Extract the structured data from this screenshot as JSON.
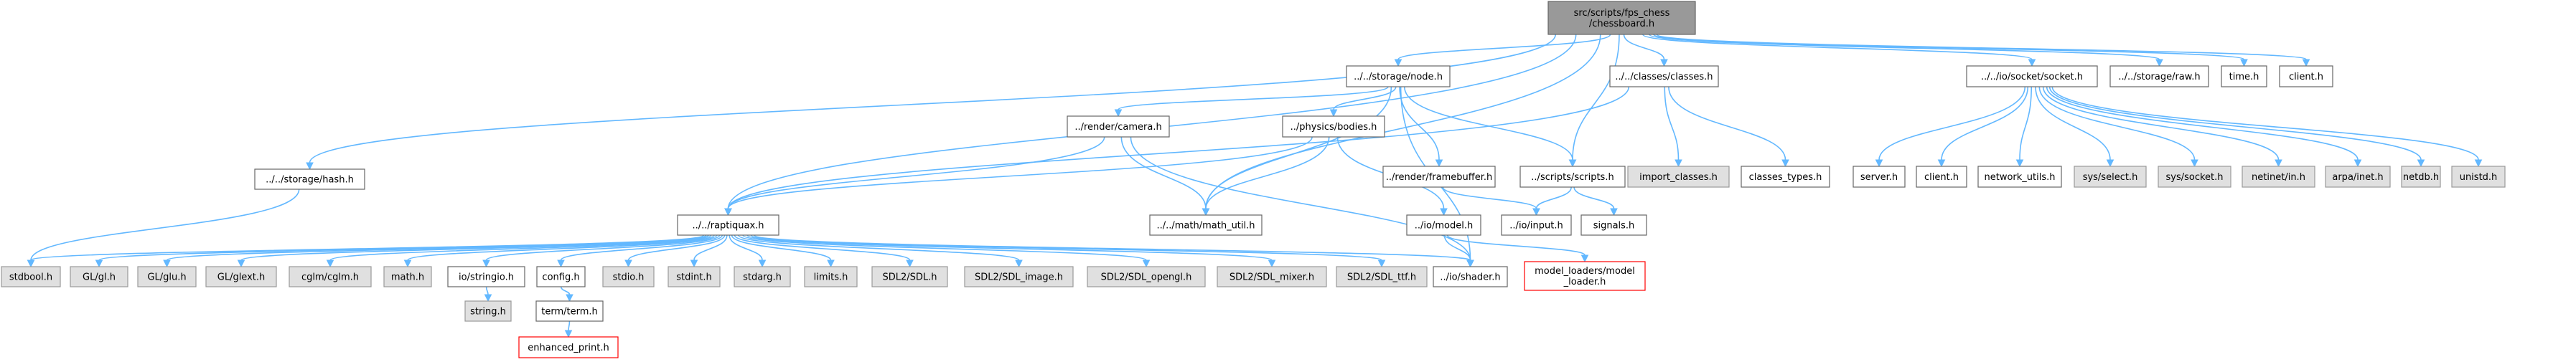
{
  "colors": {
    "edge": "#63b8ff",
    "root_fill": "#999999",
    "documented_fill": "#ffffff",
    "documented_border": "#666666",
    "system_fill": "#e0e0e0",
    "system_border": "#999999",
    "truncated_fill": "#ffffff",
    "truncated_border": "#ff0000"
  },
  "nodes": {
    "root": {
      "lines": [
        "src/scripts/fps_chess",
        "/chessboard.h"
      ],
      "style": "root"
    },
    "storage_node": {
      "lines": [
        "../../storage/node.h"
      ],
      "style": "documented"
    },
    "classes": {
      "lines": [
        "../../classes/classes.h"
      ],
      "style": "documented"
    },
    "socket": {
      "lines": [
        "../../io/socket/socket.h"
      ],
      "style": "documented"
    },
    "storage_raw": {
      "lines": [
        "../../storage/raw.h"
      ],
      "style": "documented"
    },
    "time_h": {
      "lines": [
        "time.h"
      ],
      "style": "documented"
    },
    "client_top": {
      "lines": [
        "client.h"
      ],
      "style": "documented"
    },
    "storage_hash": {
      "lines": [
        "../../storage/hash.h"
      ],
      "style": "documented"
    },
    "render_camera": {
      "lines": [
        "../render/camera.h"
      ],
      "style": "documented"
    },
    "physics_bodies": {
      "lines": [
        "../physics/bodies.h"
      ],
      "style": "documented"
    },
    "render_framebuffer": {
      "lines": [
        "../render/framebuffer.h"
      ],
      "style": "documented"
    },
    "scripts_scripts": {
      "lines": [
        "../scripts/scripts.h"
      ],
      "style": "documented"
    },
    "import_classes": {
      "lines": [
        "import_classes.h"
      ],
      "style": "system"
    },
    "classes_types": {
      "lines": [
        "classes_types.h"
      ],
      "style": "documented"
    },
    "server_h": {
      "lines": [
        "server.h"
      ],
      "style": "documented"
    },
    "client_sock": {
      "lines": [
        "client.h"
      ],
      "style": "documented"
    },
    "network_utils": {
      "lines": [
        "network_utils.h"
      ],
      "style": "documented"
    },
    "sys_select": {
      "lines": [
        "sys/select.h"
      ],
      "style": "system"
    },
    "sys_socket": {
      "lines": [
        "sys/socket.h"
      ],
      "style": "system"
    },
    "netinet_in": {
      "lines": [
        "netinet/in.h"
      ],
      "style": "system"
    },
    "arpa_inet": {
      "lines": [
        "arpa/inet.h"
      ],
      "style": "system"
    },
    "netdb": {
      "lines": [
        "netdb.h"
      ],
      "style": "system"
    },
    "unistd": {
      "lines": [
        "unistd.h"
      ],
      "style": "system"
    },
    "raptiquax": {
      "lines": [
        "../../raptiquax.h"
      ],
      "style": "documented"
    },
    "math_util": {
      "lines": [
        "../../math/math_util.h"
      ],
      "style": "documented"
    },
    "io_model": {
      "lines": [
        "../io/model.h"
      ],
      "style": "documented"
    },
    "io_input": {
      "lines": [
        "../io/input.h"
      ],
      "style": "documented"
    },
    "signals": {
      "lines": [
        "signals.h"
      ],
      "style": "documented"
    },
    "stdbool": {
      "lines": [
        "stdbool.h"
      ],
      "style": "system"
    },
    "gl_gl": {
      "lines": [
        "GL/gl.h"
      ],
      "style": "system"
    },
    "gl_glu": {
      "lines": [
        "GL/glu.h"
      ],
      "style": "system"
    },
    "gl_glext": {
      "lines": [
        "GL/glext.h"
      ],
      "style": "system"
    },
    "cglm": {
      "lines": [
        "cglm/cglm.h"
      ],
      "style": "system"
    },
    "math_h": {
      "lines": [
        "math.h"
      ],
      "style": "system"
    },
    "io_stringio": {
      "lines": [
        "io/stringio.h"
      ],
      "style": "documented"
    },
    "config": {
      "lines": [
        "config.h"
      ],
      "style": "documented"
    },
    "stdio": {
      "lines": [
        "stdio.h"
      ],
      "style": "system"
    },
    "stdint": {
      "lines": [
        "stdint.h"
      ],
      "style": "system"
    },
    "stdarg": {
      "lines": [
        "stdarg.h"
      ],
      "style": "system"
    },
    "limits": {
      "lines": [
        "limits.h"
      ],
      "style": "system"
    },
    "sdl2": {
      "lines": [
        "SDL2/SDL.h"
      ],
      "style": "system"
    },
    "sdl2_image": {
      "lines": [
        "SDL2/SDL_image.h"
      ],
      "style": "system"
    },
    "sdl2_opengl": {
      "lines": [
        "SDL2/SDL_opengl.h"
      ],
      "style": "system"
    },
    "sdl2_mixer": {
      "lines": [
        "SDL2/SDL_mixer.h"
      ],
      "style": "system"
    },
    "sdl2_ttf": {
      "lines": [
        "SDL2/SDL_ttf.h"
      ],
      "style": "system"
    },
    "io_shader": {
      "lines": [
        "../io/shader.h"
      ],
      "style": "documented"
    },
    "model_loader": {
      "lines": [
        "model_loaders/model",
        "_loader.h"
      ],
      "style": "truncated"
    },
    "string_h": {
      "lines": [
        "string.h"
      ],
      "style": "system"
    },
    "term": {
      "lines": [
        "term/term.h"
      ],
      "style": "documented"
    },
    "enhanced_print": {
      "lines": [
        "enhanced_print.h"
      ],
      "style": "truncated"
    }
  },
  "edges": [
    [
      "root",
      "storage_node"
    ],
    [
      "root",
      "classes"
    ],
    [
      "root",
      "socket"
    ],
    [
      "root",
      "storage_raw"
    ],
    [
      "root",
      "time_h"
    ],
    [
      "root",
      "client_top"
    ],
    [
      "root",
      "storage_hash"
    ],
    [
      "root",
      "raptiquax"
    ],
    [
      "root",
      "math_util"
    ],
    [
      "root",
      "scripts_scripts"
    ],
    [
      "storage_node",
      "render_camera"
    ],
    [
      "storage_node",
      "physics_bodies"
    ],
    [
      "storage_node",
      "render_framebuffer"
    ],
    [
      "storage_node",
      "scripts_scripts"
    ],
    [
      "storage_node",
      "math_util"
    ],
    [
      "storage_node",
      "io_shader"
    ],
    [
      "classes",
      "raptiquax"
    ],
    [
      "classes",
      "import_classes"
    ],
    [
      "classes",
      "classes_types"
    ],
    [
      "socket",
      "server_h"
    ],
    [
      "socket",
      "client_sock"
    ],
    [
      "socket",
      "network_utils"
    ],
    [
      "socket",
      "sys_select"
    ],
    [
      "socket",
      "sys_socket"
    ],
    [
      "socket",
      "netinet_in"
    ],
    [
      "socket",
      "arpa_inet"
    ],
    [
      "socket",
      "netdb"
    ],
    [
      "socket",
      "unistd"
    ],
    [
      "storage_hash",
      "stdbool"
    ],
    [
      "render_camera",
      "raptiquax"
    ],
    [
      "render_camera",
      "math_util"
    ],
    [
      "render_camera",
      "io_shader"
    ],
    [
      "physics_bodies",
      "raptiquax"
    ],
    [
      "physics_bodies",
      "math_util"
    ],
    [
      "physics_bodies",
      "io_model"
    ],
    [
      "render_framebuffer",
      "io_input"
    ],
    [
      "scripts_scripts",
      "io_input"
    ],
    [
      "scripts_scripts",
      "signals"
    ],
    [
      "io_model",
      "io_shader"
    ],
    [
      "io_model",
      "model_loader"
    ],
    [
      "raptiquax",
      "stdbool"
    ],
    [
      "raptiquax",
      "gl_gl"
    ],
    [
      "raptiquax",
      "gl_glu"
    ],
    [
      "raptiquax",
      "gl_glext"
    ],
    [
      "raptiquax",
      "cglm"
    ],
    [
      "raptiquax",
      "math_h"
    ],
    [
      "raptiquax",
      "io_stringio"
    ],
    [
      "raptiquax",
      "config"
    ],
    [
      "raptiquax",
      "stdio"
    ],
    [
      "raptiquax",
      "stdint"
    ],
    [
      "raptiquax",
      "stdarg"
    ],
    [
      "raptiquax",
      "limits"
    ],
    [
      "raptiquax",
      "sdl2"
    ],
    [
      "raptiquax",
      "sdl2_image"
    ],
    [
      "raptiquax",
      "sdl2_opengl"
    ],
    [
      "raptiquax",
      "sdl2_mixer"
    ],
    [
      "raptiquax",
      "sdl2_ttf"
    ],
    [
      "raptiquax",
      "io_shader"
    ],
    [
      "io_stringio",
      "string_h"
    ],
    [
      "config",
      "term"
    ],
    [
      "term",
      "enhanced_print"
    ]
  ]
}
